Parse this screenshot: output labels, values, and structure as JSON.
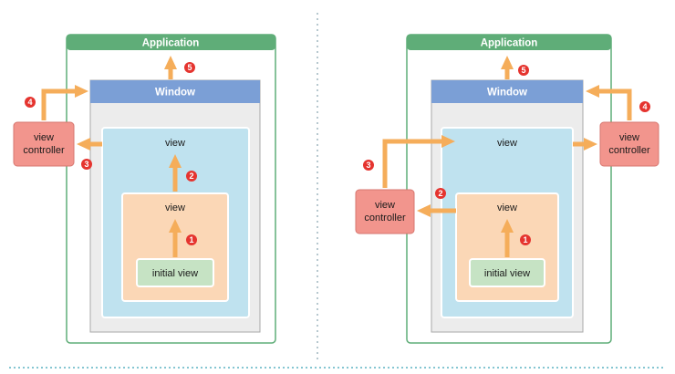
{
  "left": {
    "application_label": "Application",
    "window_label": "Window",
    "outer_view_label": "view",
    "inner_view_label": "view",
    "initial_view_label": "initial view",
    "view_controller_label": [
      "view",
      "controller"
    ],
    "steps": [
      "1",
      "2",
      "3",
      "4",
      "5"
    ]
  },
  "right": {
    "application_label": "Application",
    "window_label": "Window",
    "outer_view_label": "view",
    "inner_view_label": "view",
    "initial_view_label": "initial view",
    "outer_view_controller_label": [
      "view",
      "controller"
    ],
    "inner_view_controller_label": [
      "view",
      "controller"
    ],
    "steps": [
      "1",
      "2",
      "3",
      "4",
      "5"
    ]
  },
  "colors": {
    "application_green": "#5fad78",
    "window_blue": "#7b9fd6",
    "view_blue": "#bfe2ef",
    "view_orange": "#fbd7b6",
    "initial_view_green": "#c6e3c4",
    "view_controller_red": "#f2958d",
    "arrow_orange": "#f5ad5a",
    "step_badge_red": "#e5342f"
  }
}
